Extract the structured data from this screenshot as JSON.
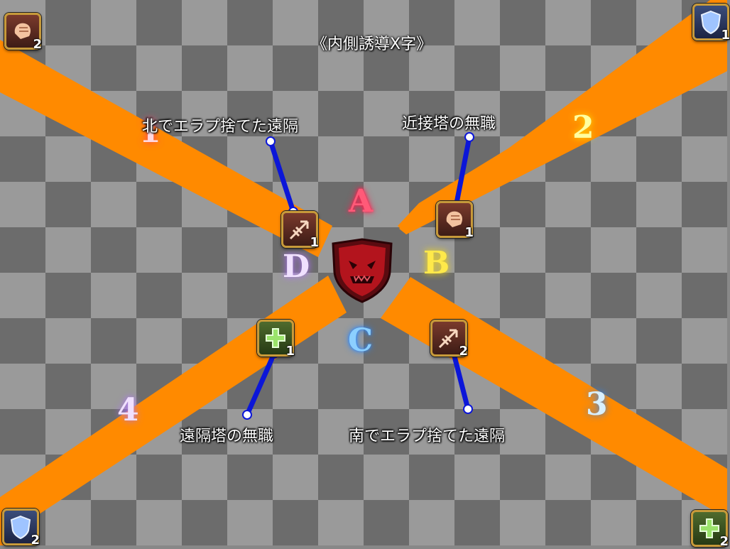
{
  "title": "《内側誘導X字》",
  "labels": {
    "nw": "北でエラプ捨てた遠隔",
    "ne": "近接塔の無職",
    "sw": "遠隔塔の無職",
    "se": "南でエラプ捨てた遠隔"
  },
  "waymarks": {
    "A": "A",
    "B": "B",
    "C": "C",
    "D": "D",
    "one": "1",
    "two": "2",
    "three": "3",
    "four": "4"
  },
  "jobs": {
    "melee_nw_corner": "2",
    "tank_ne_corner": "1",
    "tank_sw_corner": "2",
    "healer_se_corner": "2",
    "ranged_nw": "1",
    "melee_ne": "1",
    "healer_sw": "1",
    "ranged_se": "2"
  },
  "colors": {
    "aoe": "#ff8a00",
    "connector": "#0b16d8",
    "marker_A": "#ff3a5e",
    "marker_B": "#ffe94a",
    "marker_C": "#3a9bff",
    "marker_D": "#d8a8ff"
  }
}
